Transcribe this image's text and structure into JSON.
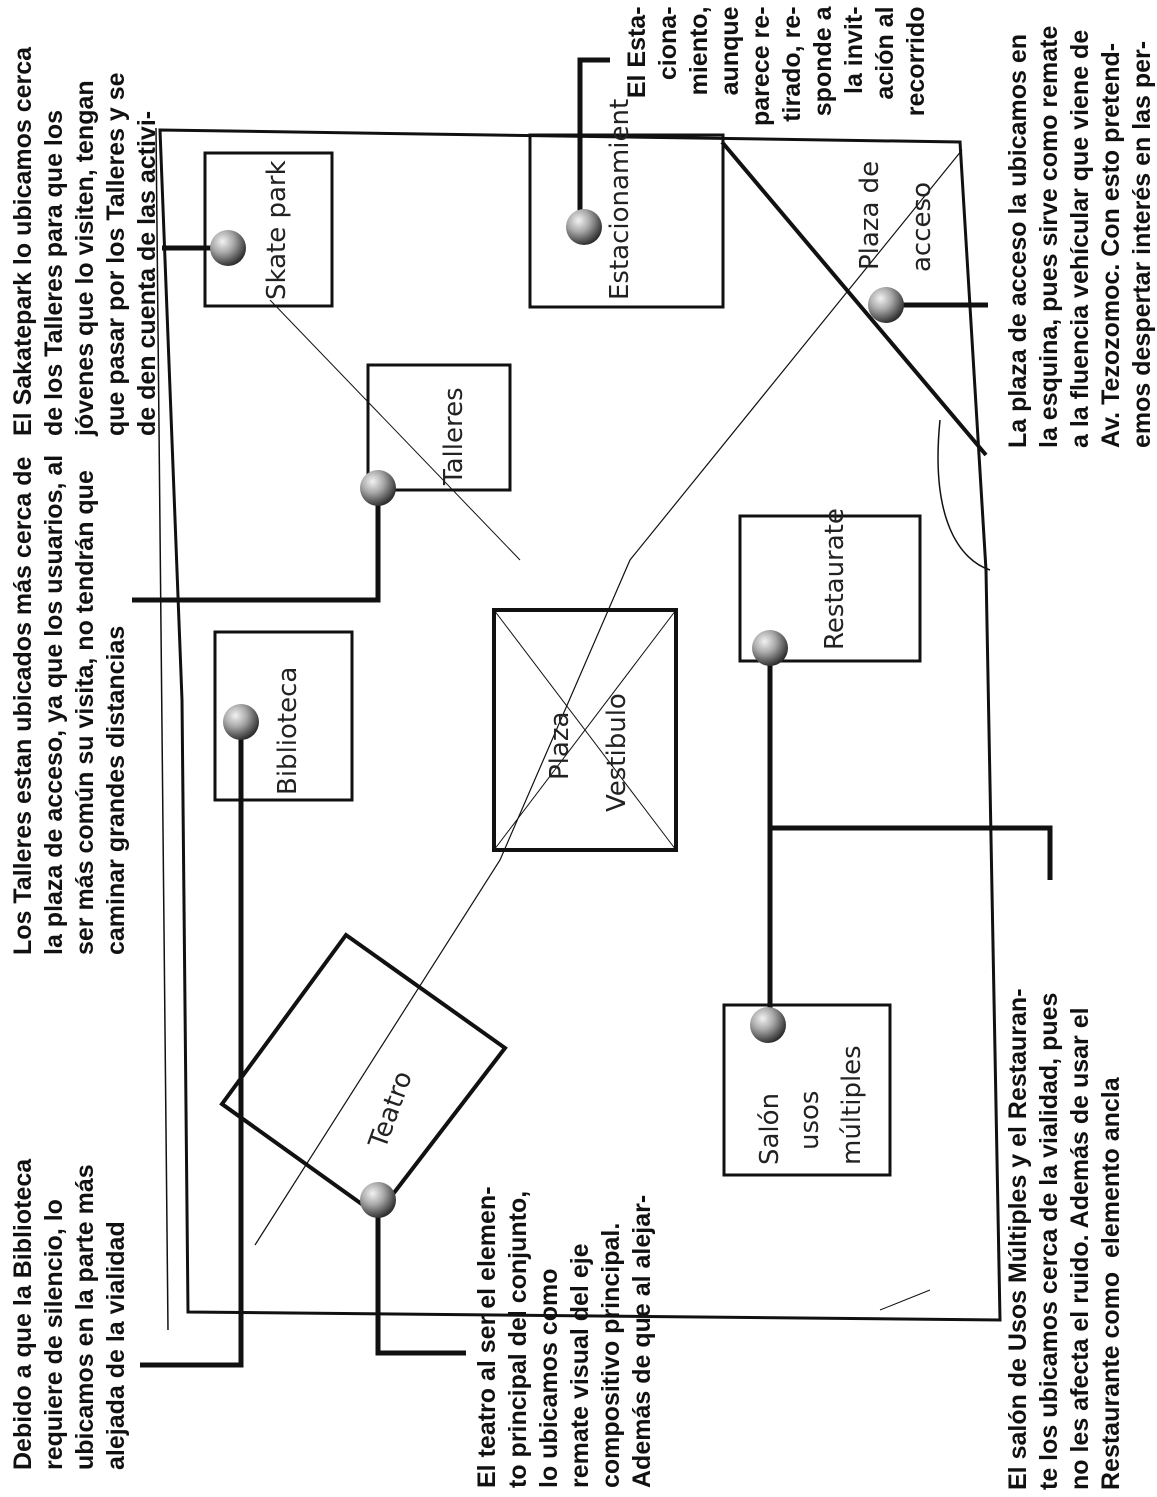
{
  "site_labels": {
    "skate_park": "Skate park",
    "estacionamiento": "Estacionamient",
    "plaza_de_acceso_1": "Plaza de",
    "plaza_de_acceso_2": "acceso",
    "talleres": "Talleres",
    "biblioteca": "Biblioteca",
    "plaza_vestibulo_1": "Plaza",
    "plaza_vestibulo_2": "Vestibulo",
    "restaurante": "Restaurate",
    "teatro": "Teatro",
    "salon_1": "Salón",
    "salon_2": "usos",
    "salon_3": "múltiples"
  },
  "annotations": {
    "skatepark": "El Sakatepark lo ubicamos cerca\nde los Talleres para que los\njóvenes que lo visiten, tengan\nque pasar por los Talleres y se\nde den cuenta de las activi-",
    "estacionamiento": "El Esta-\nciona-\nmiento,\naunque\nparece re-\ntirado, re-\nsponde a\nla invit-\nación al\nrecorrido",
    "plaza_acceso": "La plaza de acceso la ubicamos en\nla esquina, pues sirve como remate\na la fluencia vehícular que viene de\nAv. Tezozomoc. Con esto pretend-\nemos despertar interés en las per-",
    "talleres": "Los Talleres estan ubicados más cerca de\nla plaza de acceso, ya que los usuarios, al\nser más común su visita, no tendrán que\ncaminar grandes distancias",
    "biblioteca": "Debido a que la Biblioteca\nrequiere de silencio, lo\nubicamos en la parte más\nalejada de la vialidad",
    "teatro": "El teatro al ser el elemen-\nto principal del conjunto,\nlo ubicamos como\nremate visual del eje\ncompositivo principal.\nAdemás de que al alejar-",
    "salon_restaurante": "El salón de Usos Múltiples y el Restauran-\nte los ubicamos cerca de la vialidad, pues\nno les afecta el ruido. Además de usar el\nRestaurante como  elemento ancla"
  },
  "colors": {
    "ink": "#111111",
    "pencil": "#333333",
    "pin_light": "#f2f2f2",
    "pin_dark": "#3a3a3a"
  }
}
